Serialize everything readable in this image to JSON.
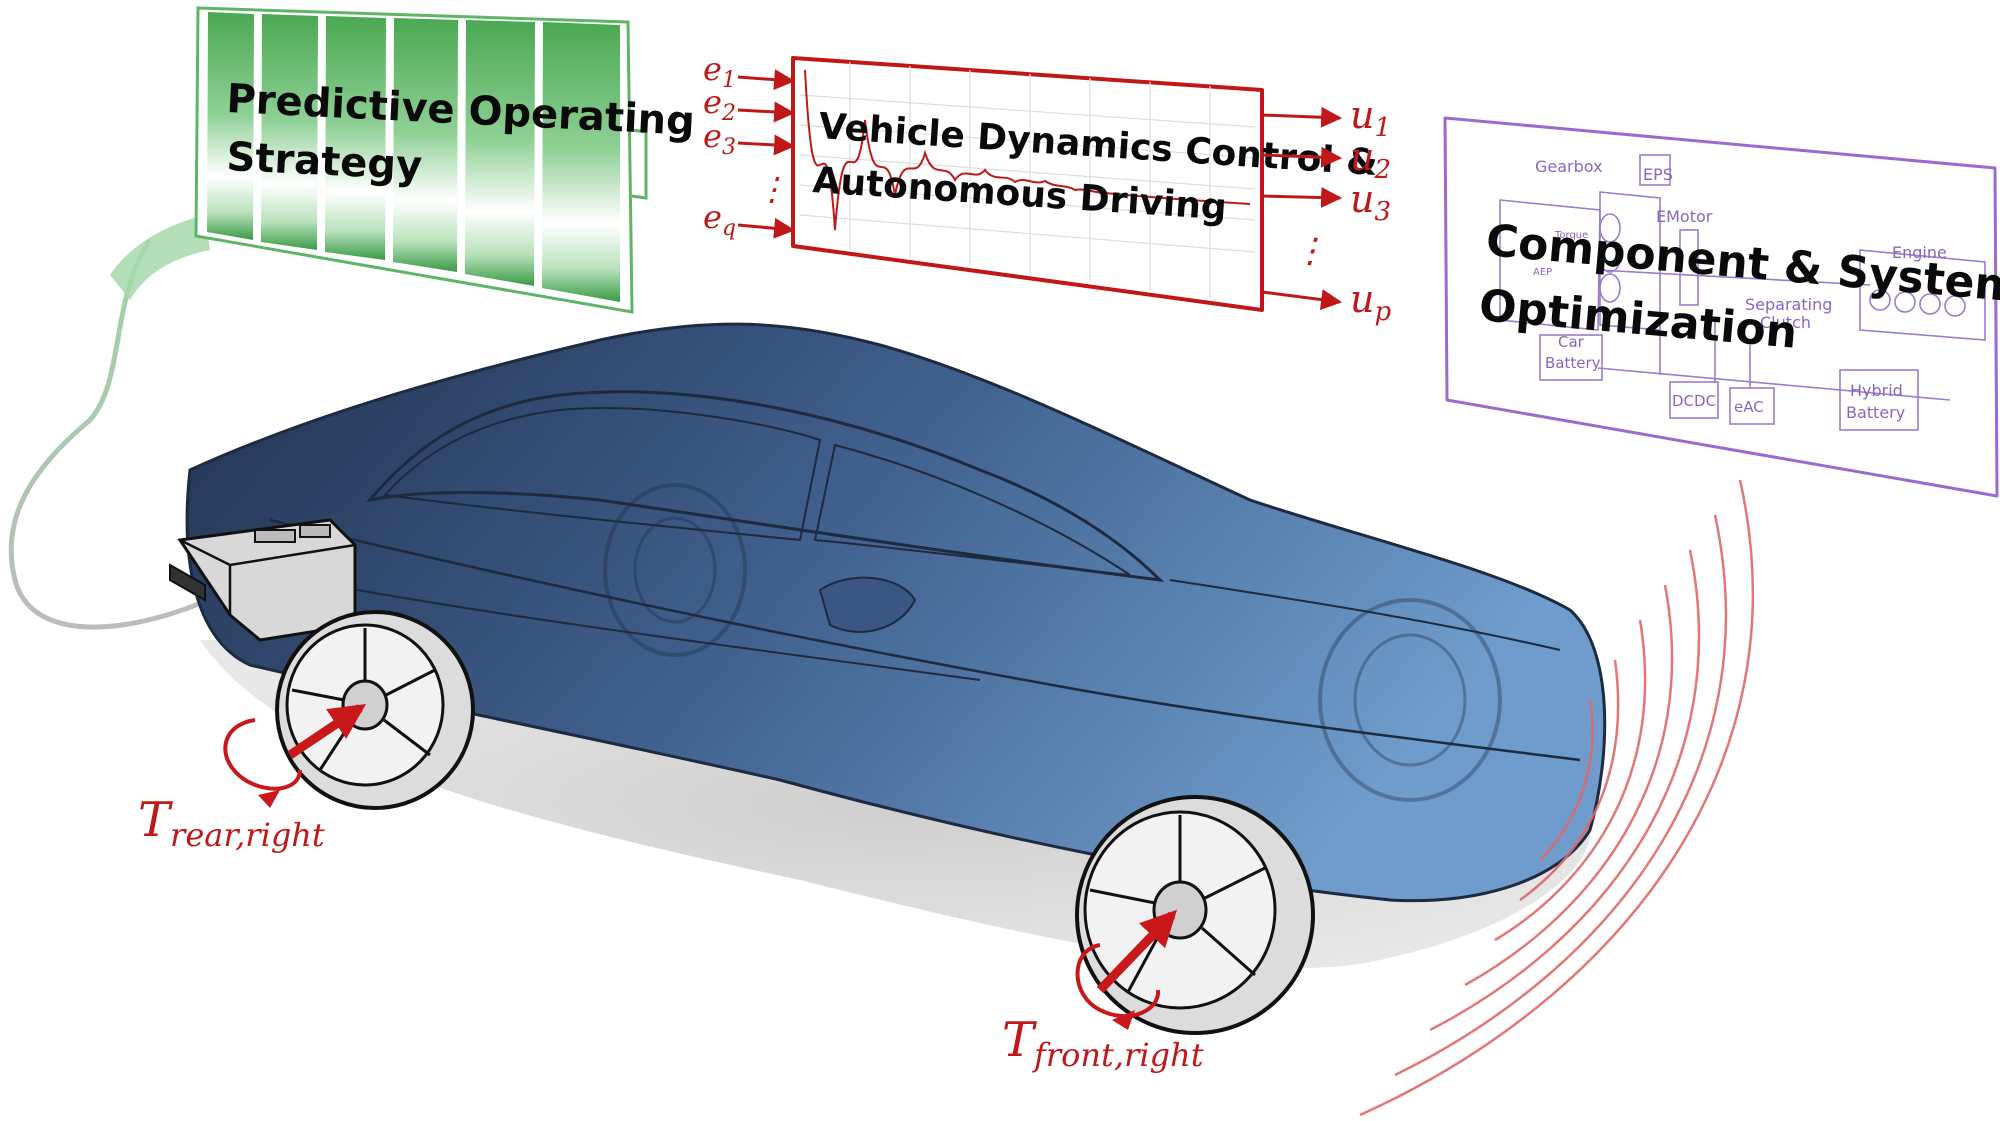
{
  "panels": {
    "strategy": {
      "title_line1": "Predictive Operating",
      "title_line2": "Strategy",
      "color": "#3a9a46"
    },
    "dynamics": {
      "title_line1": "Vehicle Dynamics Control &",
      "title_line2": "Autonomous Driving",
      "color": "#c01818"
    },
    "optimization": {
      "title_line1": "Component & System",
      "title_line2": "Optimization",
      "color": "#9a6ad0"
    }
  },
  "signals": {
    "inputs": [
      {
        "base": "e",
        "sub": "1"
      },
      {
        "base": "e",
        "sub": "2"
      },
      {
        "base": "e",
        "sub": "3"
      },
      {
        "base": "e",
        "sub": "q"
      }
    ],
    "outputs": [
      {
        "base": "u",
        "sub": "1"
      },
      {
        "base": "u",
        "sub": "2"
      },
      {
        "base": "u",
        "sub": "3"
      },
      {
        "base": "u",
        "sub": "p"
      }
    ],
    "ellipsis": "⋮"
  },
  "components": {
    "gearbox": "Gearbox",
    "eps": "EPS",
    "emotor": "EMotor",
    "engine": "Engine",
    "torque": "Torque",
    "aep": "AEP",
    "separating_clutch_1": "Separating",
    "separating_clutch_2": "Clutch",
    "car_battery_1": "Car",
    "car_battery_2": "Battery",
    "dcdc": "DCDC",
    "eac": "eAC",
    "hybrid_battery_1": "Hybrid",
    "hybrid_battery_2": "Battery"
  },
  "torques": {
    "rear": {
      "base": "T",
      "sub": "rear,right"
    },
    "front": {
      "base": "T",
      "sub": "front,right"
    }
  },
  "colors": {
    "car_body_dark": "#22334f",
    "car_body_light": "#6f9ccc",
    "accent_red": "#c01818",
    "sensor_wave": "#e06868",
    "shadow": "#d4d4d4"
  }
}
